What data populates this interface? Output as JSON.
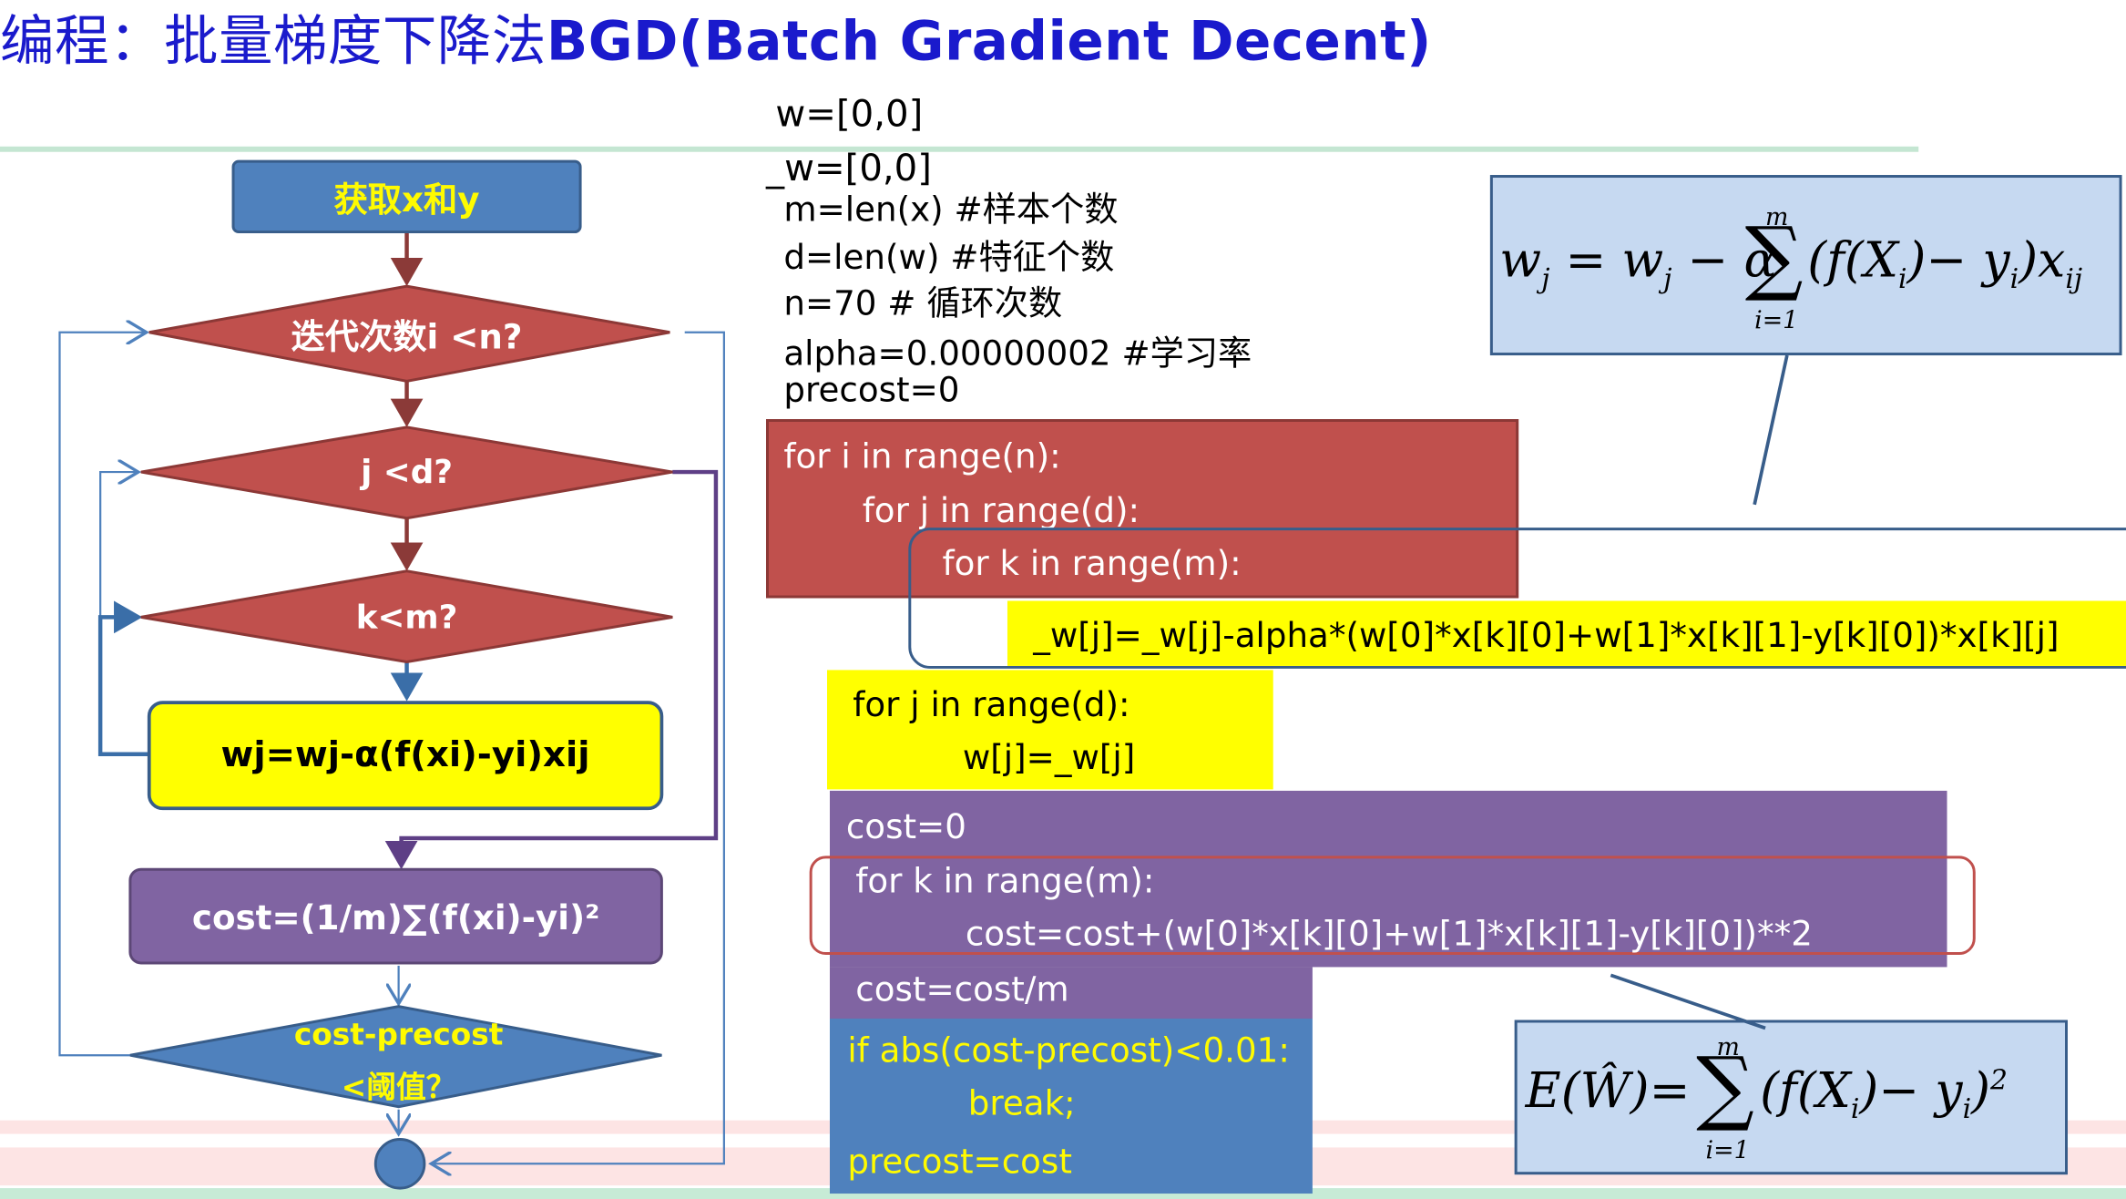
{
  "title": {
    "prefix": "编程：批量梯度下降法",
    "main": "BGD(Batch Gradient Decent)"
  },
  "flowchart": {
    "get_xy": "获取x和y",
    "loop_i": "迭代次数i <n?",
    "loop_j": "j <d?",
    "loop_k": "k<m?",
    "update": "wj=wj-α(f(xi)-yi)xij",
    "cost": "cost=(1/m)∑(f(xi)-yi)²",
    "threshold_line1": "cost-precost",
    "threshold_line2": "<阈值？"
  },
  "code": {
    "init": [
      "w=[0,0]",
      "_w=[0,0]",
      "m=len(x)   #样本个数",
      "d=len(w)   #特征个数",
      "n=70  # 循环次数",
      "alpha=0.00000002  #学习率",
      "precost=0"
    ],
    "loop_i": "for i in range(n):",
    "loop_j": "for j in range(d):",
    "loop_k": "for k in range(m):",
    "update": "_w[j]=_w[j]-alpha*(w[0]*x[k][0]+w[1]*x[k][1]-y[k][0])*x[k][j]",
    "copy_loop": "for j in range(d):",
    "copy": "w[j]=_w[j]",
    "cost_init": "cost=0",
    "cost_loop": "for k in range(m):",
    "cost_acc": "cost=cost+(w[0]*x[k][0]+w[1]*x[k][1]-y[k][0])**2",
    "cost_avg": "cost=cost/m",
    "if_line": "if abs(cost-precost)<0.01:",
    "break_line": "break;",
    "precost_line": "precost=cost"
  },
  "colors": {
    "title": "#1a1acc",
    "red_fill": "#c0504d",
    "blue_fill": "#4f81bd",
    "yellow_fill": "#ffff00",
    "purple_fill": "#8064a2",
    "yellow_text": "#fffb00"
  }
}
